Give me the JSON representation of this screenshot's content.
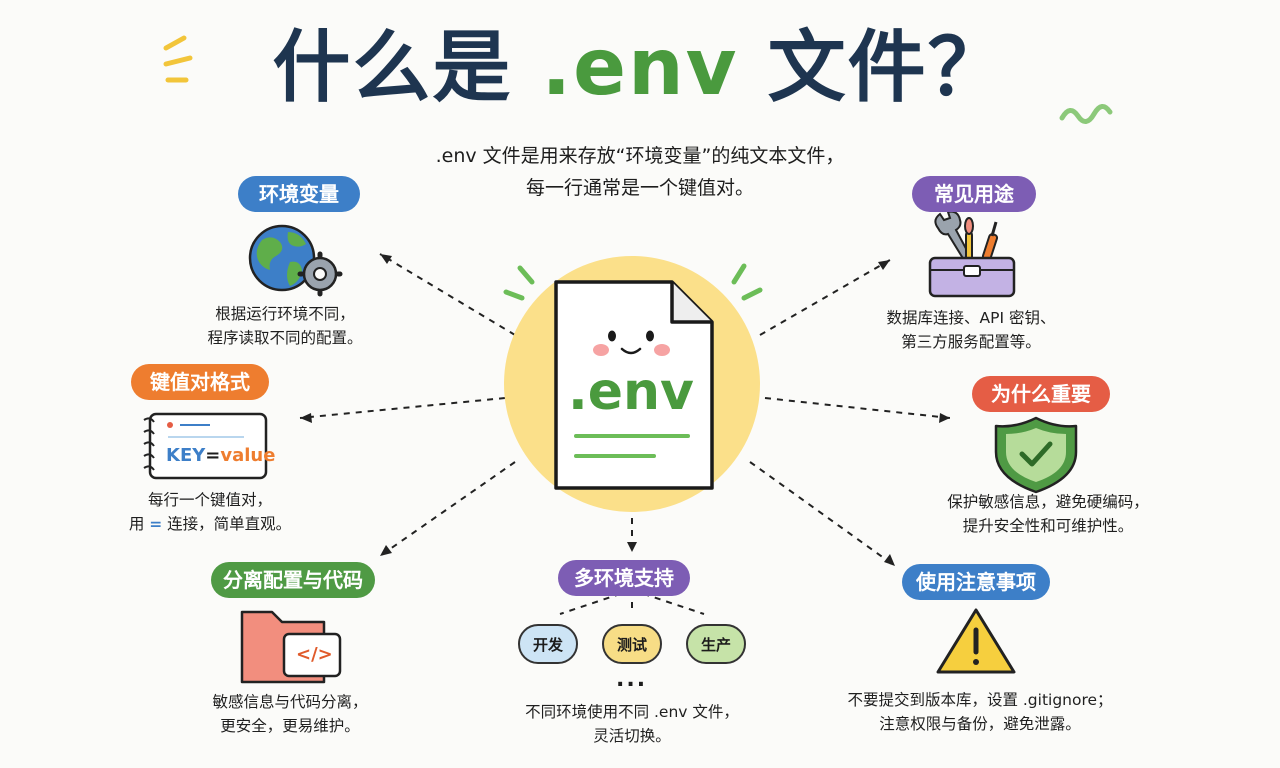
{
  "title": {
    "part1": "什么是 ",
    "accent": ".env",
    "part2": " 文件？"
  },
  "intro": {
    "line1": ".env 文件是用来存放“环境变量”的纯文本文件，",
    "line2": "每一行通常是一个键值对。"
  },
  "center": {
    "file_label": ".env"
  },
  "nodes": {
    "env_vars": {
      "label": "环境变量",
      "desc1": "根据运行环境不同，",
      "desc2": "程序读取不同的配置。"
    },
    "key_value": {
      "label": "键值对格式",
      "illus_key": "KEY",
      "illus_eq": "=",
      "illus_value": "value",
      "desc1": "每行一个键值对，",
      "desc2_pre": "用 ",
      "desc2_eq": "=",
      "desc2_post": " 连接，简单直观。"
    },
    "separate": {
      "label": "分离配置与代码",
      "code_tag": "</>",
      "desc1": "敏感信息与代码分离，",
      "desc2": "更安全，更易维护。"
    },
    "multi_env": {
      "label": "多环境支持",
      "envs": [
        "开发",
        "测试",
        "生产"
      ],
      "more": "...",
      "desc1": "不同环境使用不同 .env 文件，",
      "desc2": "灵活切换。"
    },
    "usage": {
      "label": "常见用途",
      "desc1": "数据库连接、API 密钥、",
      "desc2": "第三方服务配置等。"
    },
    "importance": {
      "label": "为什么重要",
      "desc1": "保护敏感信息，避免硬编码，",
      "desc2": "提升安全性和可维护性。"
    },
    "cautions": {
      "label": "使用注意事项",
      "desc1": "不要提交到版本库，设置 .gitignore；",
      "desc2": "注意权限与备份，避免泄露。"
    }
  },
  "colors": {
    "title": "#1e3550",
    "accent_green": "#4a9a3e",
    "blue": "#3d7fc8",
    "orange": "#ee7d2f",
    "green": "#4f9a44",
    "purple": "#7d5db4",
    "red": "#e55d45",
    "sun_yellow": "#fbe08a"
  },
  "icons": [
    "globe-gear-icon",
    "notepad-icon",
    "folder-code-icon",
    "toolbox-icon",
    "shield-check-icon",
    "warning-icon",
    "document-face-icon"
  ]
}
